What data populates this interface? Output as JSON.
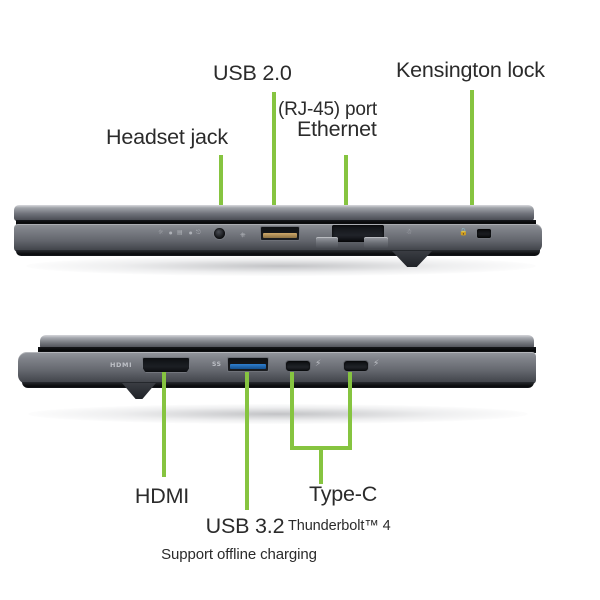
{
  "page": {
    "background_color": "#ffffff",
    "accent_color": "#86c440",
    "text_color": "#2b2b2b"
  },
  "top_view": {
    "name": "rear-edge-port-view",
    "callouts": [
      {
        "id": "headset",
        "label": "Headset jack",
        "icon": "headset-jack-icon"
      },
      {
        "id": "usb20",
        "label": "USB 2.0",
        "icon": "usb-a-port-icon"
      },
      {
        "id": "ethernet_line1",
        "label": "(RJ-45) port",
        "icon": "ethernet-port-icon"
      },
      {
        "id": "ethernet_line2",
        "label": "Ethernet",
        "icon": "ethernet-port-icon"
      },
      {
        "id": "kensington",
        "label": "Kensington lock",
        "icon": "kensington-lock-icon"
      }
    ],
    "port_markings": {
      "brightness": "brightness-indicator-icon",
      "battery": "battery-indicator-icon",
      "power": "power-indicator-icon",
      "usb_symbol": "usb-trident-icon",
      "lock_symbol": "kensington-lock-symbol",
      "wifi_symbol": "wireless-indicator-icon"
    }
  },
  "bottom_view": {
    "name": "left-side-port-view",
    "callouts": [
      {
        "id": "hdmi",
        "label": "HDMI",
        "icon": "hdmi-port-icon"
      },
      {
        "id": "usb32",
        "label": "USB 3.2",
        "icon": "usb-a-blue-port-icon"
      },
      {
        "id": "typec",
        "label": "Type-C",
        "icon": "usb-c-port-icon"
      },
      {
        "id": "thunderbolt",
        "label": "Thunderbolt™ 4",
        "icon": "thunderbolt-icon"
      },
      {
        "id": "offline_charging",
        "label": "Support offline charging",
        "icon": "charging-note-icon"
      }
    ],
    "port_markings": {
      "hdmi_text": "HDMI",
      "superspeed_text": "SS",
      "thunderbolt_bolt": "⚡"
    }
  }
}
